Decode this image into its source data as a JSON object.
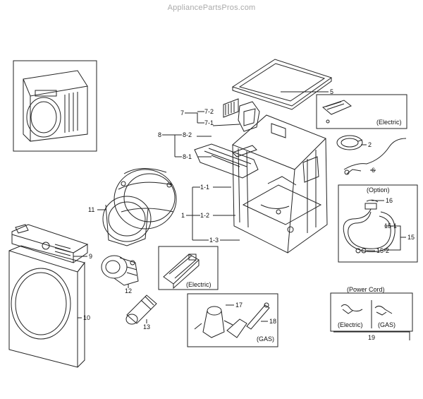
{
  "watermark": "AppliancePartsPros.com",
  "callouts": {
    "c1": "1",
    "c1_1": "1-1",
    "c1_2": "1-2",
    "c1_3": "1-3",
    "c2": "2",
    "c5": "5",
    "c6": "6",
    "c7": "7",
    "c7_1": "7-1",
    "c7_2": "7-2",
    "c8": "8",
    "c8_1": "8-1",
    "c8_2": "8-2",
    "c9": "9",
    "c10": "10",
    "c11": "11",
    "c12": "12",
    "c13": "13",
    "c15": "15",
    "c15_1": "15-1",
    "c15_2": "15-2",
    "c16": "16",
    "c17": "17",
    "c18": "18",
    "c19": "19"
  },
  "notes": {
    "electric_top": "(Electric)",
    "option": "(Option)",
    "electric_heater": "(Electric)",
    "gas": "(GAS)",
    "power_cord": "(Power Cord)",
    "power_electric": "(Electric)",
    "power_gas": "(GAS)"
  },
  "colors": {
    "line": "#222222",
    "watermark": "#aaaaaa"
  }
}
